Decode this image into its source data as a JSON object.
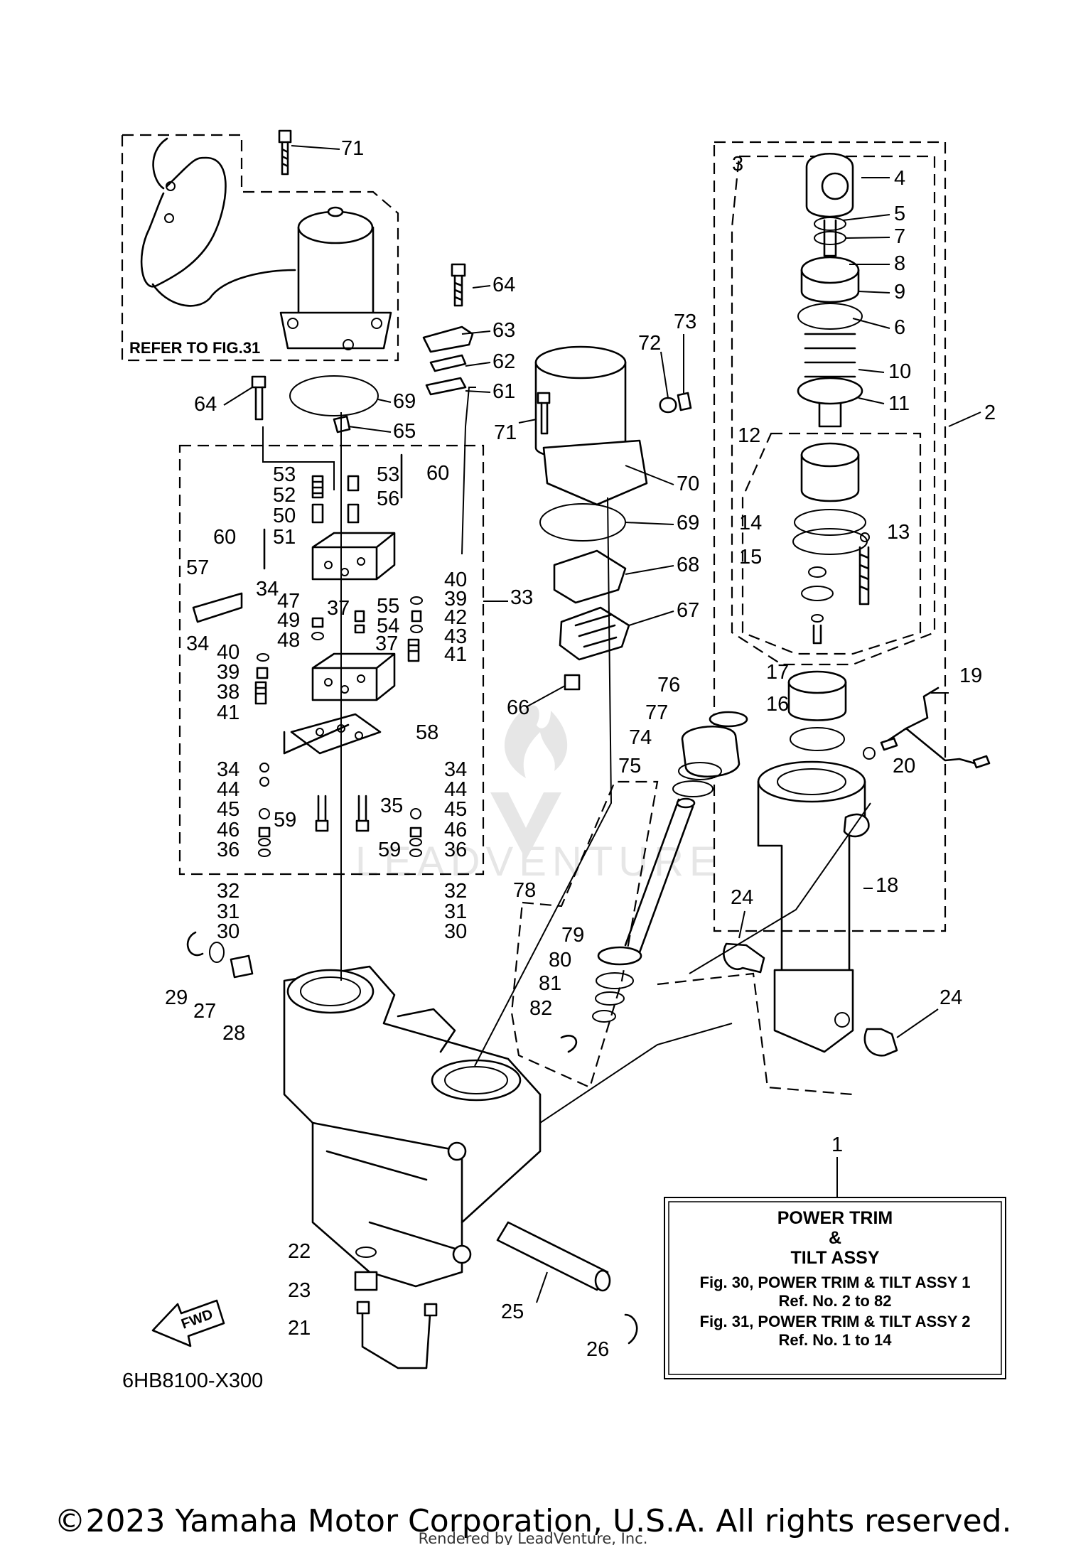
{
  "diagram_code": "6HB8100-X300",
  "refer_label": "REFER TO FIG.31",
  "fwd_label": "FWD",
  "info_box": {
    "ref_number": "1",
    "title_line1": "POWER TRIM",
    "title_line2": "&",
    "title_line3": "TILT ASSY",
    "line1": "Fig. 30, POWER TRIM & TILT ASSY 1",
    "line2": "Ref. No. 2 to 82",
    "line3": "Fig. 31, POWER TRIM & TILT ASSY 2",
    "line4": "Ref. No. 1 to 14"
  },
  "watermark_text": "LEADVENTURE",
  "footer": {
    "copyright": "©2023 Yamaha Motor Corporation, U.S.A. All rights reserved.",
    "rendered_by": "Rendered by LeadVenture, Inc."
  },
  "callouts": [
    "1",
    "2",
    "3",
    "4",
    "5",
    "6",
    "7",
    "8",
    "9",
    "10",
    "11",
    "12",
    "13",
    "14",
    "15",
    "16",
    "17",
    "18",
    "19",
    "20",
    "21",
    "22",
    "23",
    "24",
    "24",
    "25",
    "26",
    "27",
    "28",
    "29",
    "30",
    "30",
    "31",
    "31",
    "32",
    "32",
    "33",
    "34",
    "34",
    "34",
    "34",
    "35",
    "36",
    "36",
    "37",
    "37",
    "38",
    "39",
    "39",
    "40",
    "40",
    "41",
    "41",
    "42",
    "43",
    "44",
    "44",
    "45",
    "45",
    "46",
    "46",
    "47",
    "48",
    "49",
    "50",
    "51",
    "52",
    "53",
    "53",
    "54",
    "55",
    "56",
    "57",
    "58",
    "59",
    "59",
    "60",
    "60",
    "61",
    "62",
    "63",
    "64",
    "64",
    "65",
    "66",
    "67",
    "68",
    "69",
    "69",
    "70",
    "71",
    "71",
    "72",
    "73",
    "74",
    "75",
    "76",
    "77",
    "78",
    "79",
    "80",
    "81",
    "82"
  ]
}
